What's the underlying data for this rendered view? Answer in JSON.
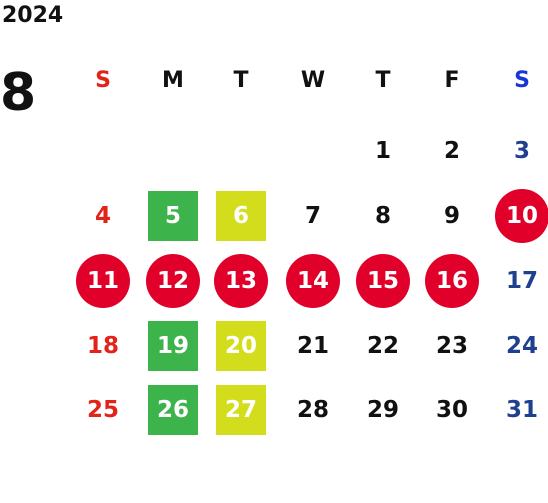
{
  "year": "2024",
  "month": "8",
  "weekdays": [
    {
      "label": "S",
      "color": "#e2231a"
    },
    {
      "label": "M",
      "color": "#111111"
    },
    {
      "label": "T",
      "color": "#111111"
    },
    {
      "label": "W",
      "color": "#111111"
    },
    {
      "label": "T",
      "color": "#111111"
    },
    {
      "label": "F",
      "color": "#111111"
    },
    {
      "label": "S",
      "color": "#1a35d6"
    }
  ],
  "colors": {
    "sunday": "#e2231a",
    "saturday": "#1f3f8f",
    "weekday": "#111111",
    "holiday_circle": "#e0002a",
    "green_box": "#3cb44b",
    "yellow_box": "#d4dd1c"
  },
  "weeks": [
    [
      null,
      null,
      null,
      null,
      {
        "day": "1",
        "style": "plain"
      },
      {
        "day": "2",
        "style": "plain"
      },
      {
        "day": "3",
        "style": "plain"
      }
    ],
    [
      {
        "day": "4",
        "style": "plain"
      },
      {
        "day": "5",
        "style": "green"
      },
      {
        "day": "6",
        "style": "yellow"
      },
      {
        "day": "7",
        "style": "plain"
      },
      {
        "day": "8",
        "style": "plain"
      },
      {
        "day": "9",
        "style": "plain"
      },
      {
        "day": "10",
        "style": "circle"
      }
    ],
    [
      {
        "day": "11",
        "style": "circle"
      },
      {
        "day": "12",
        "style": "circle"
      },
      {
        "day": "13",
        "style": "circle"
      },
      {
        "day": "14",
        "style": "circle"
      },
      {
        "day": "15",
        "style": "circle"
      },
      {
        "day": "16",
        "style": "circle"
      },
      {
        "day": "17",
        "style": "plain"
      }
    ],
    [
      {
        "day": "18",
        "style": "plain"
      },
      {
        "day": "19",
        "style": "green"
      },
      {
        "day": "20",
        "style": "yellow"
      },
      {
        "day": "21",
        "style": "plain"
      },
      {
        "day": "22",
        "style": "plain"
      },
      {
        "day": "23",
        "style": "plain"
      },
      {
        "day": "24",
        "style": "plain"
      }
    ],
    [
      {
        "day": "25",
        "style": "plain"
      },
      {
        "day": "26",
        "style": "green"
      },
      {
        "day": "27",
        "style": "yellow"
      },
      {
        "day": "28",
        "style": "plain"
      },
      {
        "day": "29",
        "style": "plain"
      },
      {
        "day": "30",
        "style": "plain"
      },
      {
        "day": "31",
        "style": "plain"
      }
    ]
  ]
}
